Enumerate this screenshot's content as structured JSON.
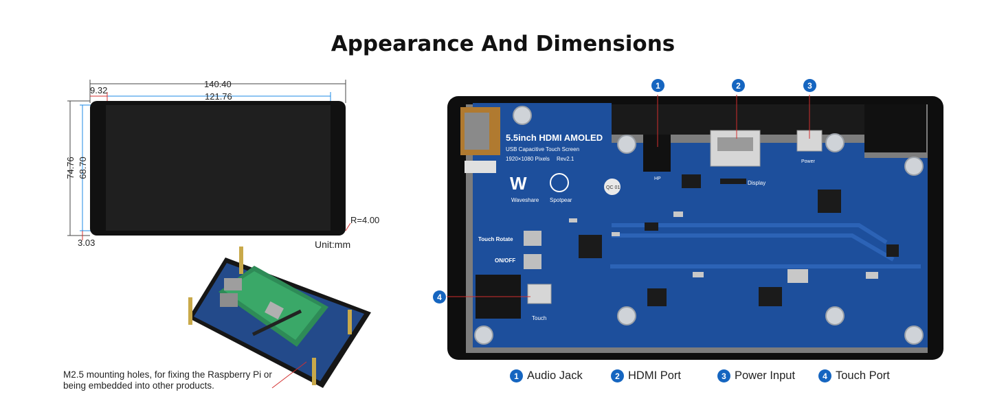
{
  "title": "Appearance And Dimensions",
  "dimensions": {
    "overall_width": "140.40",
    "active_width": "121.76",
    "bezel_offset": "9.32",
    "overall_height": "74.76",
    "active_height": "68.70",
    "bottom_offset": "3.03",
    "corner_radius": "R=4.00",
    "unit": "Unit:mm"
  },
  "mount_note": "M2.5 mounting holes, for fixing the Raspberry Pi or being embedded into other products.",
  "board": {
    "product_name": "5.5inch HDMI AMOLED",
    "product_sub": "USB Capacitive Touch Screen",
    "resolution": "1920×1080 Pixels",
    "revision": "Rev2.1",
    "brand1": "Waveshare",
    "brand2": "Spotpear",
    "touch_rotate": "Touch Rotate",
    "on_off": "ON/OFF",
    "hp_label": "HP",
    "display_label": "Display",
    "power_label": "Power",
    "touch_label": "Touch",
    "qc": "QC 01",
    "board_color": "#1d4f9c"
  },
  "callouts": [
    {
      "num": "1",
      "label": "Audio Jack"
    },
    {
      "num": "2",
      "label": "HDMI Port"
    },
    {
      "num": "3",
      "label": "Power Input"
    },
    {
      "num": "4",
      "label": "Touch Port"
    }
  ],
  "accent_color": "#1565c0",
  "leader_color": "#d32f2f"
}
